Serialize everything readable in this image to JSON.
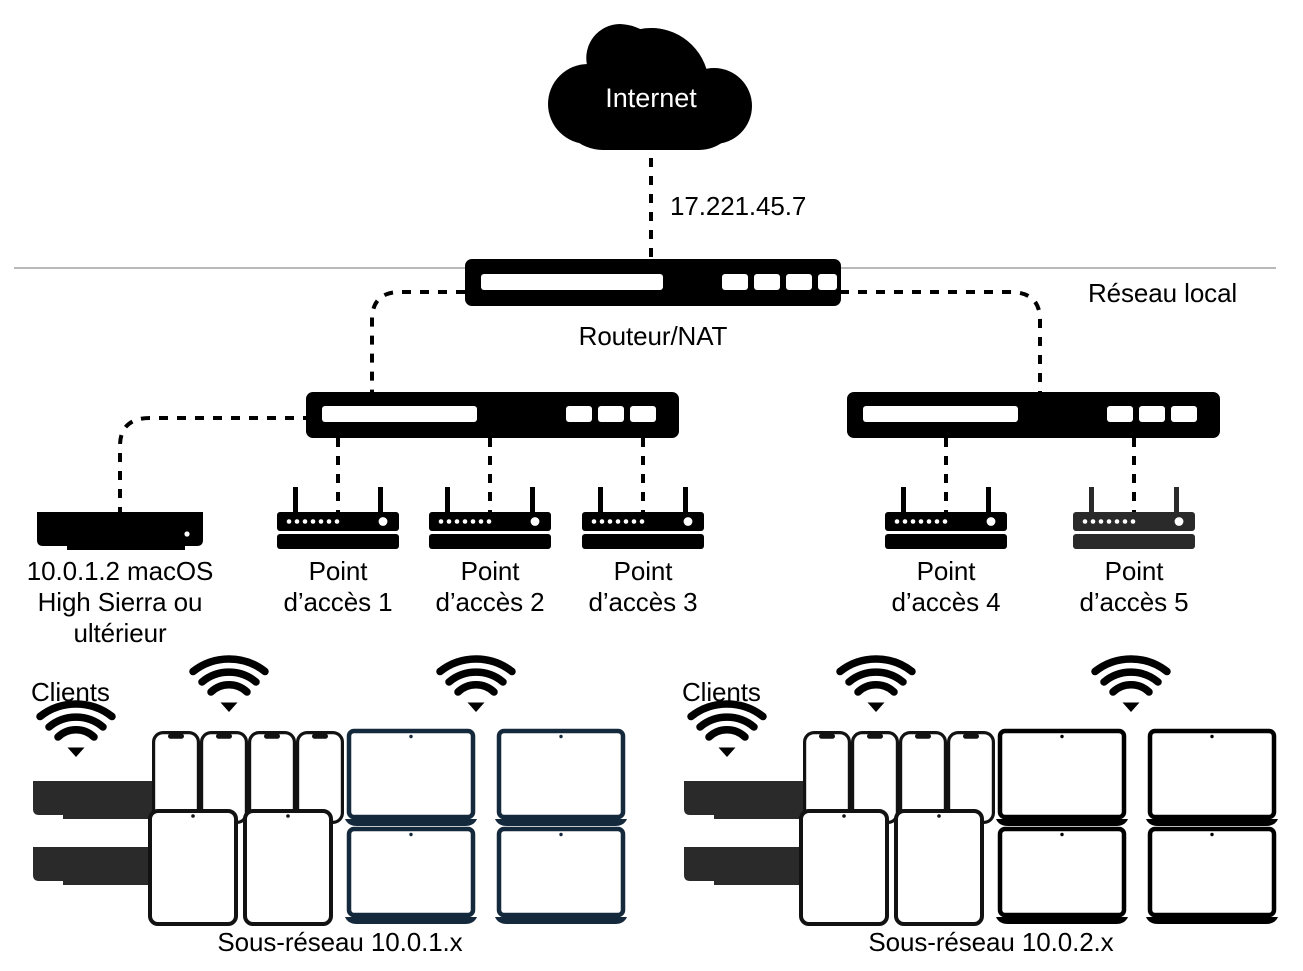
{
  "diagram": {
    "title": "Reseau local Wi-Fi multi-points d acces",
    "colors": {
      "black": "#000000",
      "dark_gray": "#2a2a2a",
      "navy": "#15293c",
      "line_gray": "#b9b9b9",
      "white": "#ffffff"
    }
  },
  "cloud": {
    "label": "Internet"
  },
  "wan": {
    "ip_label": "17.221.45.7"
  },
  "lan": {
    "boundary_label": "Réseau local"
  },
  "router": {
    "label": "Routeur/NAT",
    "port_count": 4
  },
  "switches": [
    {
      "name": "switch-left",
      "port_count": 3
    },
    {
      "name": "switch-right",
      "port_count": 3
    }
  ],
  "mac": {
    "label": "10.0.1.2 macOS\nHigh Sierra ou\nultérieur"
  },
  "access_points": [
    {
      "label": "Point\nd’accès 1",
      "color": "#000000"
    },
    {
      "label": "Point\nd’accès 2",
      "color": "#000000"
    },
    {
      "label": "Point\nd’accès 3",
      "color": "#000000"
    },
    {
      "label": "Point\nd’accès 4",
      "color": "#000000"
    },
    {
      "label": "Point\nd’accès 5",
      "color": "#2a2a2a"
    }
  ],
  "client_groups": [
    {
      "name": "clients-left",
      "heading": "Clients",
      "subnet_label": "Sous-réseau 10.0.1.x",
      "wifi_icons": 3,
      "mac_mini_count": 2,
      "iphone_count": 4,
      "ipad_count": 2,
      "laptop_count": 4,
      "laptop_color": "#15293c",
      "mac_mini_color": "#2a2a2a"
    },
    {
      "name": "clients-right",
      "heading": "Clients",
      "subnet_label": "Sous-réseau 10.0.2.x",
      "wifi_icons": 3,
      "mac_mini_count": 2,
      "iphone_count": 4,
      "ipad_count": 2,
      "laptop_count": 4,
      "laptop_color": "#000000",
      "mac_mini_color": "#2a2a2a"
    }
  ]
}
